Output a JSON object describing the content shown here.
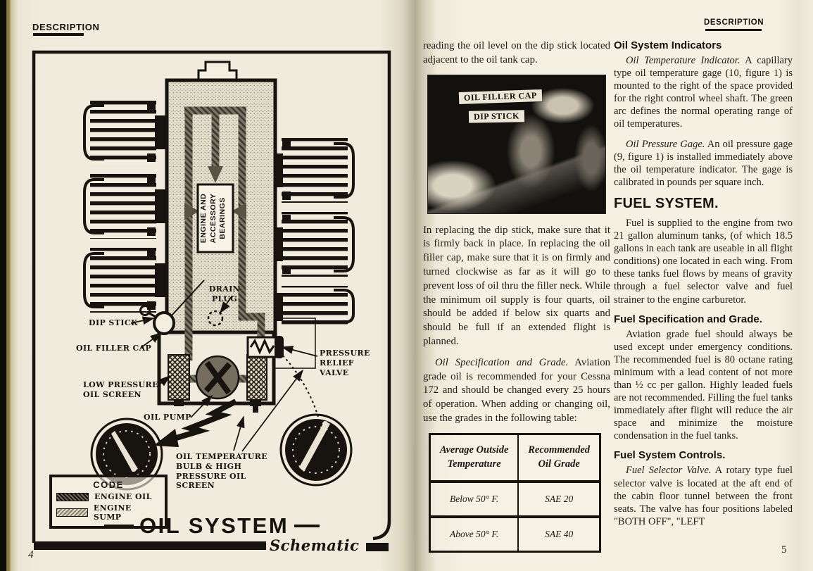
{
  "book": {
    "left_header": "DESCRIPTION",
    "right_header": "DESCRIPTION",
    "left_page_number": "4",
    "right_page_number": "5"
  },
  "diagram": {
    "title": "OIL SYSTEM",
    "subtitle": "Schematic",
    "bearings_label": "ENGINE AND ACCESSORY BEARINGS",
    "labels": {
      "drain_plug": "DRAIN PLUG",
      "dip_stick": "DIP STICK",
      "oil_filler_cap": "OIL FILLER CAP",
      "low_pressure_oil_screen": "LOW PRESSURE OIL SCREEN",
      "oil_pump": "OIL PUMP",
      "pressure_relief_valve": "PRESSURE RELIEF VALVE",
      "oil_temperature_bulb": "OIL TEMPERATURE BULB & HIGH PRESSURE OIL SCREEN"
    },
    "legend": {
      "title": "CODE",
      "items": [
        "ENGINE OIL",
        "ENGINE SUMP"
      ]
    }
  },
  "photo": {
    "labels": [
      "OIL FILLER CAP",
      "DIP STICK"
    ]
  },
  "middle_column": {
    "p1": "reading the oil level on the dip stick located adjacent to the oil tank cap.",
    "p2": "In replacing the dip stick, make sure that it is firmly back in place. In replacing the oil filler cap, make sure that it is on firmly and turned clockwise as far as it will go to prevent loss of oil thru the filler neck. While the minimum oil supply is four quarts, oil should be added if below six quarts and should be full if an extended flight is planned.",
    "p3_lead": "Oil Specification and Grade.",
    "p3_text": " Aviation grade oil is recommended for your Cessna 172 and should be changed every 25 hours of operation. When adding or changing oil, use the grades in the following table:",
    "table": {
      "headers": [
        "Average Outside Temperature",
        "Recommended Oil Grade"
      ],
      "rows": [
        [
          "Below 50° F.",
          "SAE 20"
        ],
        [
          "Above 50° F.",
          "SAE 40"
        ]
      ]
    }
  },
  "right_column": {
    "h_indicators": "Oil System Indicators",
    "p_temp_lead": "Oil Temperature Indicator.",
    "p_temp_text": " A capillary type oil temperature gage (10, figure 1) is mounted to the right of the space provided for the right control wheel shaft. The green arc defines the normal operating range of oil temperatures.",
    "p_press_lead": "Oil Pressure Gage.",
    "p_press_text": " An oil pressure gage (9, figure 1) is installed immediately above the oil temperature indicator. The gage is calibrated in pounds per square inch.",
    "h_fuel": "FUEL SYSTEM.",
    "p_fuel": "Fuel is supplied to the engine from two 21 gallon aluminum tanks, (of which 18.5 gallons in each tank are useable in all flight conditions) one located in each wing. From these tanks fuel flows by means of gravity through a fuel selector valve and fuel strainer to the engine carburetor.",
    "h_fuel_spec": "Fuel Specification and Grade.",
    "p_fuel_spec": "Aviation grade fuel should always be used except under emergency conditions. The recommended fuel is 80 octane rating minimum with a lead content of not more than ½ cc per gallon. Highly leaded fuels are not recommended. Filling the fuel tanks immediately after flight will reduce the air space and minimize the moisture condensation in the fuel tanks.",
    "h_fuel_controls": "Fuel System Controls.",
    "p_controls_lead": "Fuel Selector Valve.",
    "p_controls_text": " A rotary type fuel selector valve is located at the aft end of the cabin floor tunnel between the front seats. The valve has four positions labeled \"BOTH OFF\", \"LEFT"
  }
}
